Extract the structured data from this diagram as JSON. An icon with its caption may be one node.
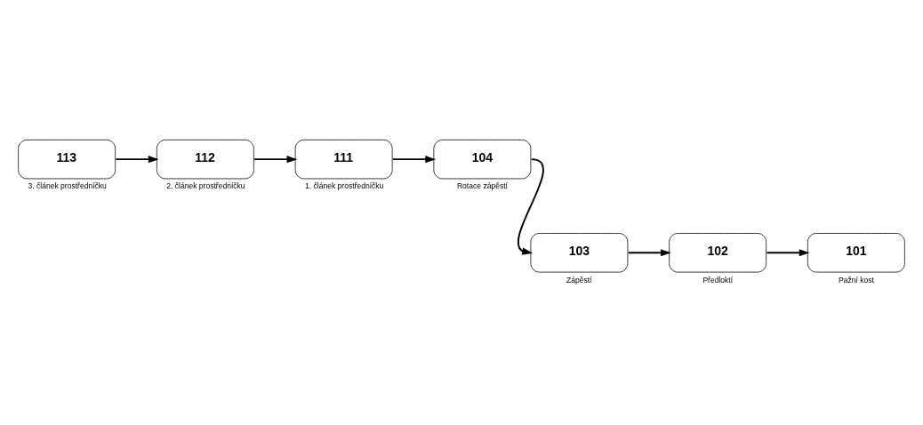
{
  "diagram": {
    "nodes": [
      {
        "text": [
          "113"
        ],
        "beside": [
          "3. článek prostředníčku"
        ]
      },
      {
        "text": [
          "112"
        ],
        "beside": [
          "2. článek prostředníčku"
        ]
      },
      {
        "text": [
          "111"
        ],
        "beside": [
          "1. článek prostředníčku"
        ]
      },
      {
        "text": [
          "104"
        ],
        "beside": [
          "Rotace zápěstí"
        ]
      },
      {
        "text": [
          "103"
        ],
        "beside": [
          "Zápěstí"
        ]
      },
      {
        "text": [
          "102"
        ],
        "beside": [
          "Předloktí"
        ]
      },
      {
        "text": [
          "101"
        ],
        "beside": [
          "Pažní kost"
        ]
      }
    ],
    "edges": [
      {
        "from": 0,
        "to": 1,
        "arrow": "to"
      },
      {
        "from": 1,
        "to": 2,
        "arrow": "to"
      },
      {
        "from": 2,
        "to": 3,
        "arrow": "to"
      },
      {
        "from": 3,
        "to": 4,
        "arrow": "to"
      },
      {
        "from": 4,
        "to": 5,
        "arrow": "to"
      },
      {
        "from": 5,
        "to": 6,
        "arrow": "to"
      }
    ]
  }
}
